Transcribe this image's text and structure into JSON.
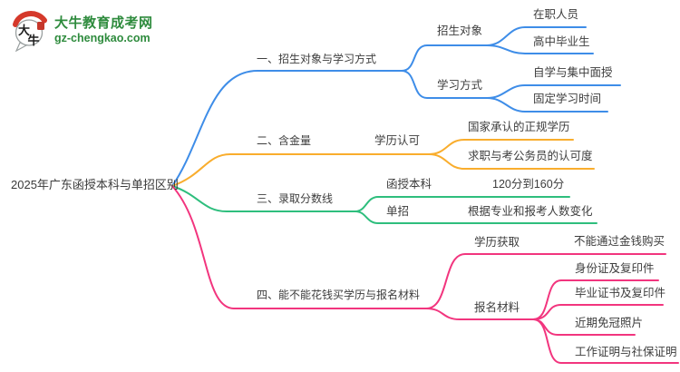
{
  "logo": {
    "name": "大牛教育成考网",
    "domain": "gz-chengkao.com",
    "icon": "daniu-speech-bubble-logo",
    "icon_text_1": "大",
    "icon_text_2": "牛",
    "brand_color": "#2e8b3d"
  },
  "center": {
    "title": "2025年广东函授本科与单招区别"
  },
  "colors": {
    "blue": "#3e8de8",
    "orange": "#f9ad2d",
    "green": "#2ebe7d",
    "pink": "#f2357e",
    "text": "#3d3d3d"
  },
  "branches": [
    {
      "label": "一、招生对象与学习方式",
      "color": "#3e8de8",
      "children": [
        {
          "label": "招生对象",
          "children": [
            {
              "label": "在职人员"
            },
            {
              "label": "高中毕业生"
            }
          ]
        },
        {
          "label": "学习方式",
          "children": [
            {
              "label": "自学与集中面授"
            },
            {
              "label": "固定学习时间"
            }
          ]
        }
      ]
    },
    {
      "label": "二、含金量",
      "color": "#f9ad2d",
      "children": [
        {
          "label": "学历认可",
          "children": [
            {
              "label": "国家承认的正规学历"
            },
            {
              "label": "求职与考公务员的认可度"
            }
          ]
        }
      ]
    },
    {
      "label": "三、录取分数线",
      "color": "#2ebe7d",
      "children": [
        {
          "label": "函授本科",
          "children": [
            {
              "label": "120分到160分"
            }
          ]
        },
        {
          "label": "单招",
          "children": [
            {
              "label": "根据专业和报考人数变化"
            }
          ]
        }
      ]
    },
    {
      "label": "四、能不能花钱买学历与报名材料",
      "color": "#f2357e",
      "children": [
        {
          "label": "学历获取",
          "children": [
            {
              "label": "不能通过金钱购买"
            }
          ]
        },
        {
          "label": "报名材料",
          "children": [
            {
              "label": "身份证及复印件"
            },
            {
              "label": "毕业证书及复印件"
            },
            {
              "label": "近期免冠照片"
            },
            {
              "label": "工作证明与社保证明"
            }
          ]
        }
      ]
    }
  ]
}
